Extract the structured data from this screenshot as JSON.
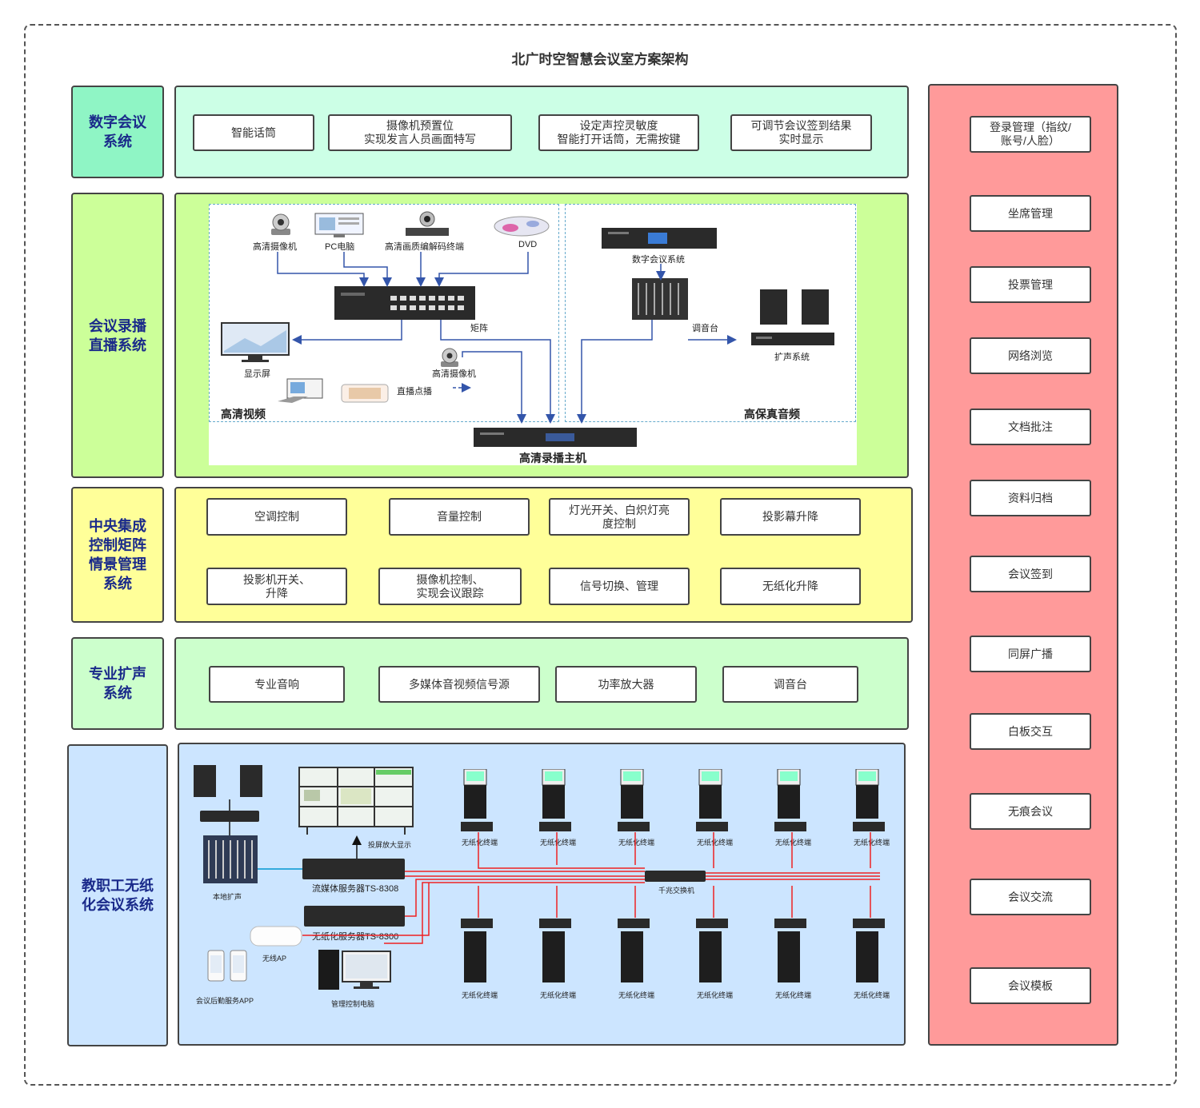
{
  "title": "北广时空智慧会议室方案架构",
  "rows": {
    "digital": {
      "label": "数字会议\n系统",
      "items": [
        "智能话筒",
        "摄像机预置位\n实现发言人员画面特写",
        "设定声控灵敏度\n智能打开话筒，无需按键",
        "可调节会议签到结果\n实时显示"
      ]
    },
    "recording": {
      "label": "会议录播\n直播系统",
      "video_title": "高清视频",
      "audio_title": "高保真音频",
      "host_label": "高清录播主机",
      "devices": {
        "cam": "高清摄像机",
        "pc": "PC电脑",
        "codec": "高清画质编解码终端",
        "dvd": "DVD",
        "matrix": "矩阵",
        "display": "显示屏",
        "cam2": "高清摄像机",
        "live": "直播点播",
        "conf": "数字会议系统",
        "mixer": "调音台",
        "speaker": "扩声系统"
      }
    },
    "control": {
      "label": "中央集成\n控制矩阵\n情景管理\n系统",
      "items": [
        "空调控制",
        "音量控制",
        "灯光开关、白炽灯亮\n度控制",
        "投影幕升降",
        "投影机开关、\n升降",
        "摄像机控制、\n实现会议跟踪",
        "信号切换、管理",
        "无纸化升降"
      ]
    },
    "audio": {
      "label": "专业扩声\n系统",
      "items": [
        "专业音响",
        "多媒体音视频信号源",
        "功率放大器",
        "调音台"
      ]
    },
    "paperless": {
      "label": "教职工无纸\n化会议系统",
      "devices": {
        "local_audio": "本地扩声",
        "projection": "投屏放大显示",
        "stream_server": "流媒体服务器TS-8308",
        "paperless_server": "无纸化服务器TS-8300",
        "ap": "无线AP",
        "app": "会议后勤服务APP",
        "mgmt_pc": "管理控制电脑",
        "switch": "千兆交换机",
        "terminal": "无纸化终端"
      }
    }
  },
  "right_panel": {
    "items": [
      "登录管理（指纹/\n账号/人脸）",
      "坐席管理",
      "投票管理",
      "网络浏览",
      "文档批注",
      "资料归档",
      "会议签到",
      "同屏广播",
      "白板交互",
      "无痕会议",
      "会议交流",
      "会议模板"
    ]
  },
  "colors": {
    "digital": "#ccffe6",
    "digital_label": "#8ff5c5",
    "recording": "#ccff99",
    "control": "#ffff99",
    "audio": "#ccffcc",
    "paperless": "#cce5ff",
    "right": "#ff9a9a",
    "arrow": "#3355aa",
    "net": "#ee2222"
  }
}
